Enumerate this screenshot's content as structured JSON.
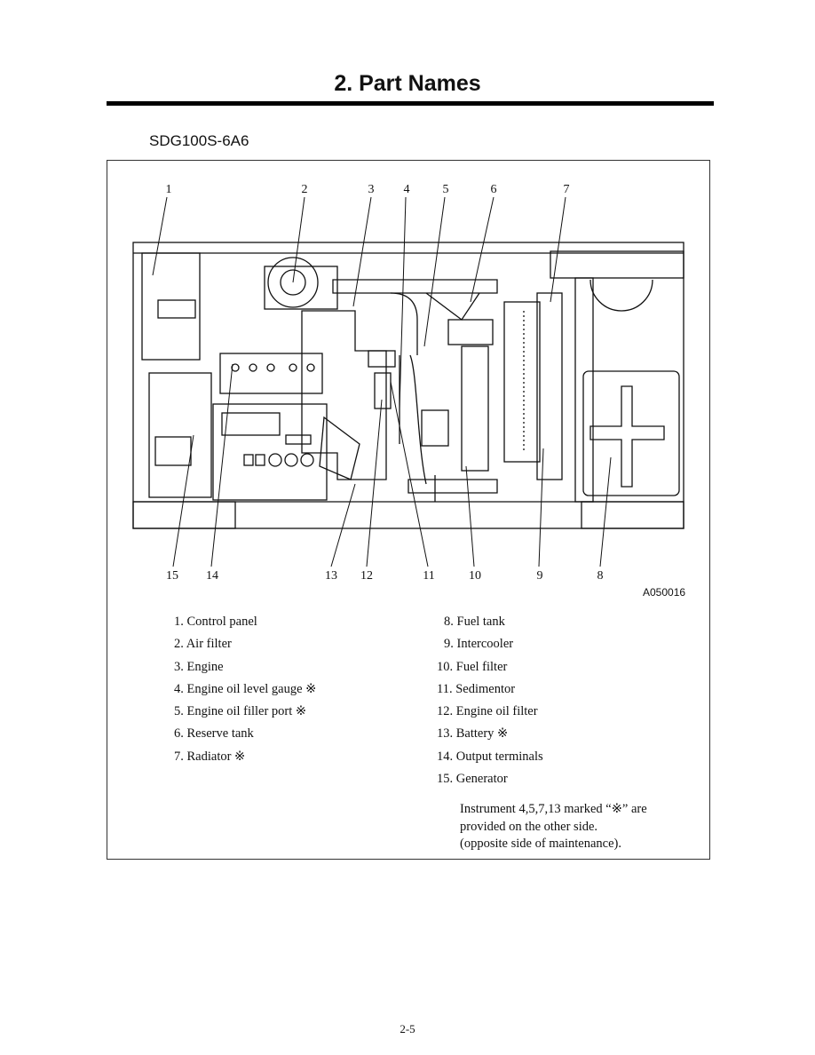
{
  "page": {
    "title": "2. Part Names",
    "model": "SDG100S-6A6",
    "figure_id": "A050016",
    "page_number": "2-5"
  },
  "callouts": {
    "top": [
      "1",
      "2",
      "3",
      "4",
      "5",
      "6",
      "7"
    ],
    "bottom": [
      "15",
      "14",
      "13",
      "12",
      "11",
      "10",
      "9",
      "8"
    ]
  },
  "legend": {
    "left": [
      "1. Control panel",
      "2. Air filter",
      "3. Engine",
      "4. Engine oil level gauge ※",
      "5. Engine oil filler port ※",
      "6. Reserve tank",
      "7. Radiator ※"
    ],
    "right": [
      "8. Fuel tank",
      "9. Intercooler",
      "10. Fuel filter",
      "11. Sedimentor",
      "12. Engine oil filter",
      "13. Battery ※",
      "14. Output terminals",
      "15. Generator"
    ]
  },
  "note": [
    "Instrument 4,5,7,13 marked “※” are",
    "provided on the other side.",
    "(opposite side of maintenance)."
  ]
}
